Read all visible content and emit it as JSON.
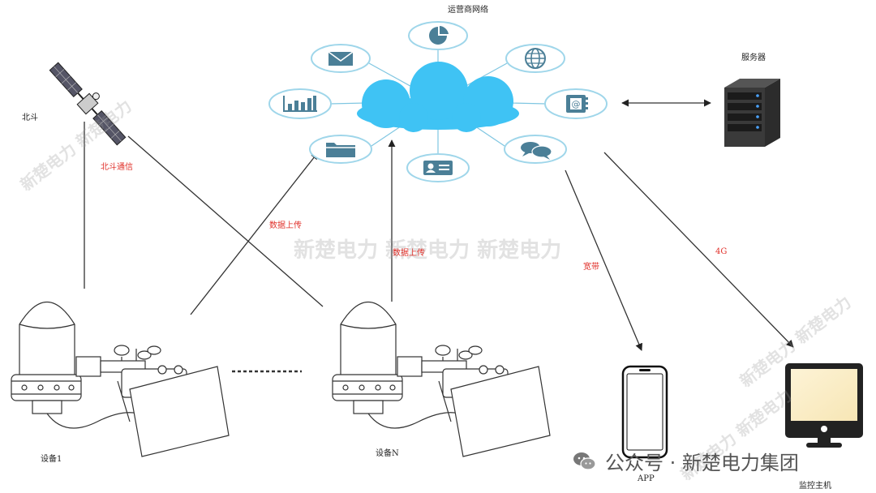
{
  "labels": {
    "operator_network": "运营商网络",
    "server": "服务器",
    "beidou": "北斗",
    "beidou_comm": "北斗通信",
    "data_upload_1": "数据上传",
    "data_upload_2": "数据上传",
    "broadband": "宽带",
    "four_g": "4G",
    "device_1": "设备1",
    "device_n": "设备N",
    "app": "APP",
    "monitor_host": "监控主机"
  },
  "watermarks": {
    "center": "新楚电力 新楚电力 新楚电力",
    "top_left": "新楚电力 新楚电力",
    "right": "新楚电力 新楚电力",
    "bottom_right": "新楚电力 新楚电力"
  },
  "footer": {
    "brand": "公众号 · 新楚电力集团"
  },
  "icons": [
    "email-icon",
    "pie-chart-icon",
    "globe-icon",
    "bar-chart-icon",
    "address-book-icon",
    "folder-icon",
    "id-card-icon",
    "chat-icon"
  ],
  "colors": {
    "cloud": "#3fc3f4",
    "icon": "#4b7f97",
    "label_red": "#e0302a"
  }
}
